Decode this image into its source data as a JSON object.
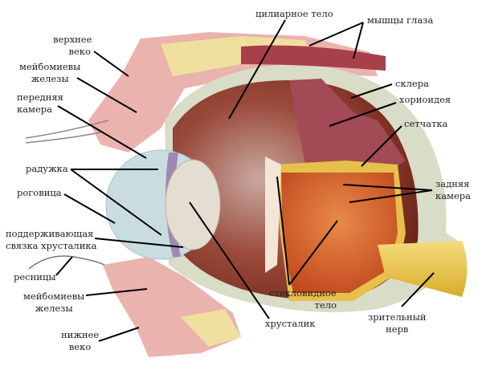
{
  "title": "Строение глаза",
  "labels": {
    "upper_eyelid": [
      "верхнее",
      "веко"
    ],
    "meibomian_top": [
      "мейбомиевы",
      "железы"
    ],
    "anterior_chamber": [
      "передняя",
      "камера"
    ],
    "iris": "радужка",
    "cornea": "роговица",
    "zonule": [
      "поддерживающая",
      "связка хрусталика"
    ],
    "eyelashes": "ресницы",
    "meibomian_bottom": [
      "мейбомиевы",
      "железы"
    ],
    "lower_eyelid": [
      "нижнее",
      "веко"
    ],
    "ciliary_body": "цилиарное тело",
    "eye_muscles": "мышцы глаза",
    "sclera": "склера",
    "choroid": "хориоидея",
    "retina": "сетчатка",
    "posterior_chamber": [
      "задняя",
      "камера"
    ],
    "vitreous": [
      "стекловидное",
      "тело"
    ],
    "lens": "хрусталик",
    "optic_nerve": [
      "зрительный",
      "нерв"
    ]
  },
  "colors": {
    "sclera": "#d9dcc6",
    "interior": "#8e3a2c",
    "cavity": "#d9642a",
    "retina": "#e6c04a",
    "eyelid": "#eab3ae",
    "fat": "#efe0a0",
    "muscle": "#a8404a",
    "cornea": "#c9dde0"
  }
}
